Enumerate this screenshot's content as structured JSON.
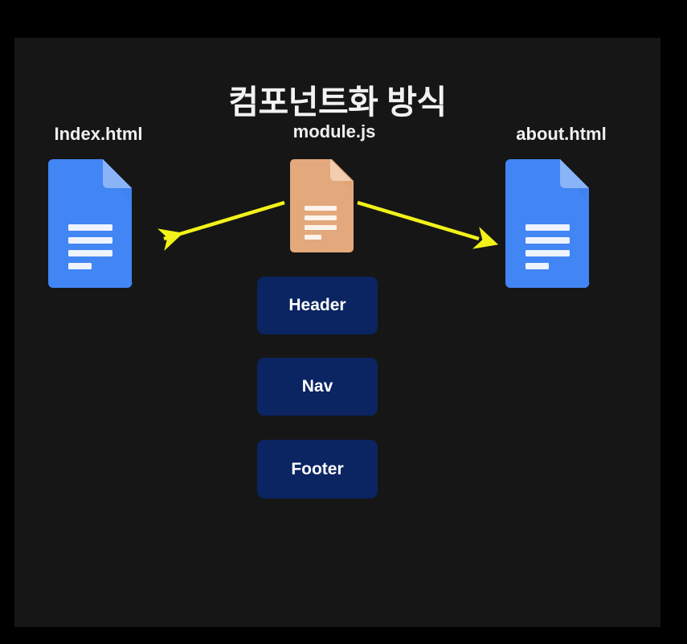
{
  "slide": {
    "title": "컴포넌트화 방식",
    "background_color": "#161616",
    "frame_color": "#000000",
    "title_color": "#f2f2f2"
  },
  "files": [
    {
      "id": "index",
      "label": "Index.html",
      "icon": "document-icon",
      "icon_color": "#4285f4",
      "icon_fold_color": "#8ab4f8",
      "line_count": 4
    },
    {
      "id": "module",
      "label": "module.js",
      "icon": "document-icon",
      "icon_color": "#e3a87c",
      "icon_fold_color": "#f3cdb0",
      "line_count": 4
    },
    {
      "id": "about",
      "label": "about.html",
      "icon": "document-icon",
      "icon_color": "#4285f4",
      "icon_fold_color": "#8ab4f8",
      "line_count": 4
    }
  ],
  "arrows": {
    "color": "#f2f21a",
    "items": [
      {
        "id": "module-to-index",
        "from": "module.js",
        "to": "Index.html",
        "direction": "left"
      },
      {
        "id": "module-to-about",
        "from": "module.js",
        "to": "about.html",
        "direction": "right"
      }
    ]
  },
  "components": {
    "box_color": "#0b2462",
    "text_color": "#ffffff",
    "items": [
      {
        "id": "header",
        "label": "Header"
      },
      {
        "id": "nav",
        "label": "Nav"
      },
      {
        "id": "footer",
        "label": "Footer"
      }
    ]
  }
}
